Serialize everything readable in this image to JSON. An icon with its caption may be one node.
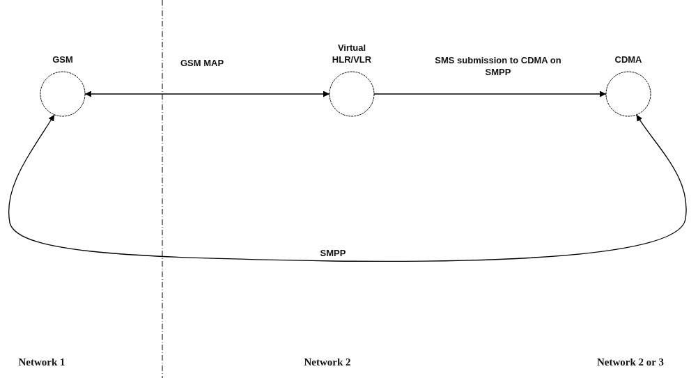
{
  "diagram": {
    "nodes": [
      {
        "text": [
          "GSM"
        ]
      },
      {
        "text": [
          "Virtual HLR/VLR"
        ]
      },
      {
        "text": [
          "CDMA"
        ]
      }
    ],
    "edges": [
      {
        "from": 1,
        "to": 0,
        "arrow": "both",
        "label": "GSM MAP"
      },
      {
        "from": 1,
        "to": 2,
        "arrow": "to",
        "label": "SMS submission to CDMA on SMPP"
      },
      {
        "from": 0,
        "to": 2,
        "arrow": "both",
        "label": "SMPP"
      }
    ],
    "labels": [
      "Network 1",
      "Network 2",
      "Network 2 or 3"
    ]
  }
}
